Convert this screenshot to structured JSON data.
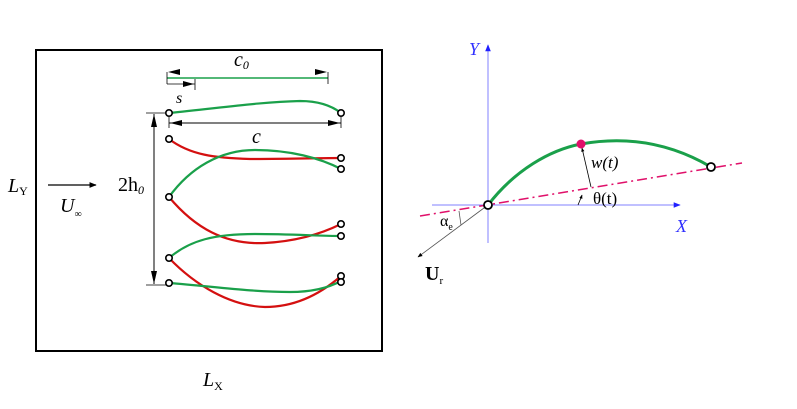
{
  "left_panel": {
    "domain_width_label": "L",
    "domain_width_sub": "X",
    "domain_height_label": "L",
    "domain_height_sub": "Y",
    "freestream_label": "U",
    "freestream_sub": "∞",
    "chord0_label": "c",
    "chord0_sub": "0",
    "chord_label": "c",
    "spacing_label": "s",
    "amplitude_label": "2h",
    "amplitude_sub": "0"
  },
  "right_panel": {
    "x_axis_label": "X",
    "y_axis_label": "Y",
    "deflection_label": "w(t)",
    "pitch_angle_label": "θ(t)",
    "effective_aoa_label": "α",
    "effective_aoa_sub": "e",
    "relative_velocity_label": "U",
    "relative_velocity_sub": "r"
  },
  "colors": {
    "green_curve": "#1aa04a",
    "red_curve": "#d41010",
    "axis_blue": "#3030ff",
    "axis_line": "#8080ff",
    "chord_line_magenta": "#e0106a",
    "marker_magenta": "#e0106a",
    "black": "#000000"
  }
}
